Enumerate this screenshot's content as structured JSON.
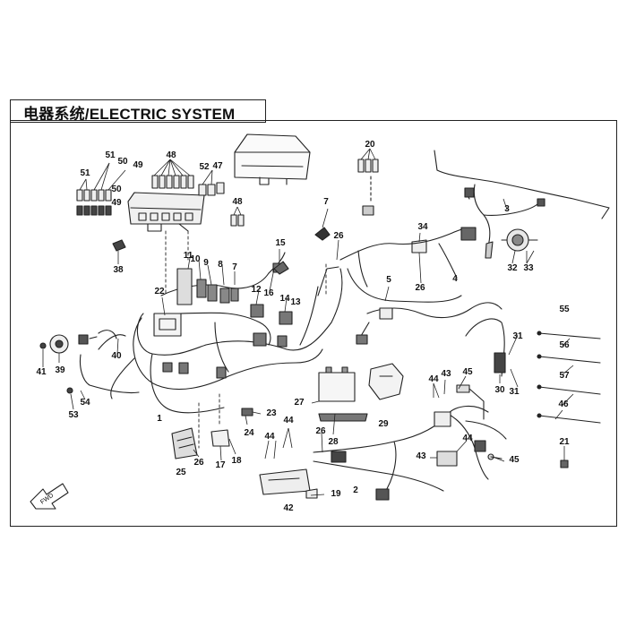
{
  "title": "电器系统/ELECTRIC SYSTEM",
  "fwd_label": "FWD",
  "colors": {
    "line": "#222222",
    "part_fill": "#f2f2f2",
    "part_dark": "#555555",
    "background": "#ffffff"
  },
  "callouts": [
    {
      "id": "c1",
      "label": "1"
    },
    {
      "id": "c2",
      "label": "2"
    },
    {
      "id": "c3",
      "label": "3"
    },
    {
      "id": "c4",
      "label": "4"
    },
    {
      "id": "c5",
      "label": "5"
    },
    {
      "id": "c7a",
      "label": "7"
    },
    {
      "id": "c7b",
      "label": "7"
    },
    {
      "id": "c8",
      "label": "8"
    },
    {
      "id": "c9",
      "label": "9"
    },
    {
      "id": "c10",
      "label": "10"
    },
    {
      "id": "c11",
      "label": "11"
    },
    {
      "id": "c12",
      "label": "12"
    },
    {
      "id": "c13",
      "label": "13"
    },
    {
      "id": "c14",
      "label": "14"
    },
    {
      "id": "c15",
      "label": "15"
    },
    {
      "id": "c16",
      "label": "16"
    },
    {
      "id": "c17",
      "label": "17"
    },
    {
      "id": "c18",
      "label": "18"
    },
    {
      "id": "c19",
      "label": "19"
    },
    {
      "id": "c20",
      "label": "20"
    },
    {
      "id": "c21",
      "label": "21"
    },
    {
      "id": "c22",
      "label": "22"
    },
    {
      "id": "c23",
      "label": "23"
    },
    {
      "id": "c24",
      "label": "24"
    },
    {
      "id": "c25",
      "label": "25"
    },
    {
      "id": "c26a",
      "label": "26"
    },
    {
      "id": "c26b",
      "label": "26"
    },
    {
      "id": "c26c",
      "label": "26"
    },
    {
      "id": "c26d",
      "label": "26"
    },
    {
      "id": "c27",
      "label": "27"
    },
    {
      "id": "c28",
      "label": "28"
    },
    {
      "id": "c29",
      "label": "29"
    },
    {
      "id": "c30",
      "label": "30"
    },
    {
      "id": "c31a",
      "label": "31"
    },
    {
      "id": "c31b",
      "label": "31"
    },
    {
      "id": "c32",
      "label": "32"
    },
    {
      "id": "c33",
      "label": "33"
    },
    {
      "id": "c34",
      "label": "34"
    },
    {
      "id": "c38",
      "label": "38"
    },
    {
      "id": "c39",
      "label": "39"
    },
    {
      "id": "c40",
      "label": "40"
    },
    {
      "id": "c41",
      "label": "41"
    },
    {
      "id": "c42",
      "label": "42"
    },
    {
      "id": "c43a",
      "label": "43"
    },
    {
      "id": "c43b",
      "label": "43"
    },
    {
      "id": "c44a",
      "label": "44"
    },
    {
      "id": "c44b",
      "label": "44"
    },
    {
      "id": "c44c",
      "label": "44"
    },
    {
      "id": "c44d",
      "label": "44"
    },
    {
      "id": "c45a",
      "label": "45"
    },
    {
      "id": "c45b",
      "label": "45"
    },
    {
      "id": "c46",
      "label": "46"
    },
    {
      "id": "c47",
      "label": "47"
    },
    {
      "id": "c48a",
      "label": "48"
    },
    {
      "id": "c48b",
      "label": "48"
    },
    {
      "id": "c49a",
      "label": "49"
    },
    {
      "id": "c49b",
      "label": "49"
    },
    {
      "id": "c50a",
      "label": "50"
    },
    {
      "id": "c50b",
      "label": "50"
    },
    {
      "id": "c51a",
      "label": "51"
    },
    {
      "id": "c51b",
      "label": "51"
    },
    {
      "id": "c52",
      "label": "52"
    },
    {
      "id": "c53",
      "label": "53"
    },
    {
      "id": "c54",
      "label": "54"
    },
    {
      "id": "c55",
      "label": "55"
    },
    {
      "id": "c56",
      "label": "56"
    },
    {
      "id": "c57",
      "label": "57"
    }
  ]
}
